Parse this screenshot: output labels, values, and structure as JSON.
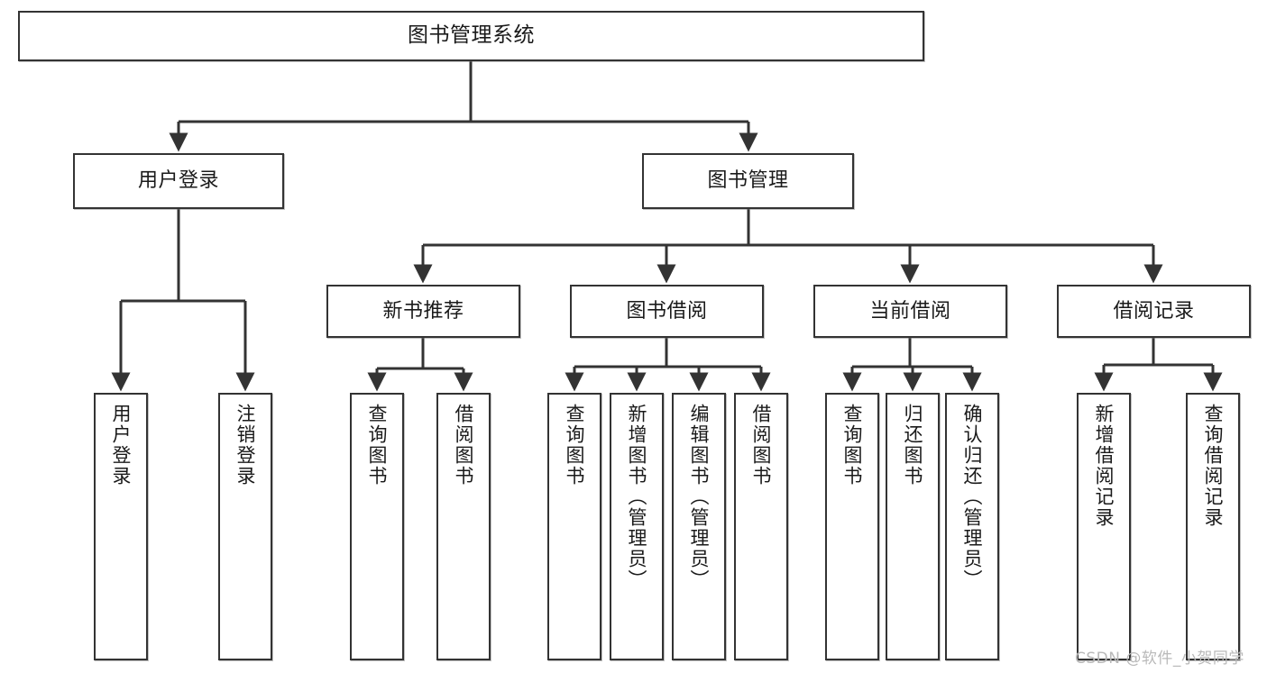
{
  "diagram": {
    "type": "tree",
    "title": "图书管理系统",
    "stroke_color": "#333333",
    "background_color": "#ffffff",
    "text_color": "#1a1a1a"
  },
  "nodes": {
    "root": {
      "label": "图书管理系统"
    },
    "level2": [
      {
        "label": "用户登录"
      },
      {
        "label": "图书管理"
      }
    ],
    "level3": [
      {
        "label": "新书推荐"
      },
      {
        "label": "图书借阅"
      },
      {
        "label": "当前借阅"
      },
      {
        "label": "借阅记录"
      }
    ],
    "leaves": {
      "user_login": [
        {
          "label": "用户登录"
        },
        {
          "label": "注销登录"
        }
      ],
      "new_book": [
        {
          "label": "查询图书"
        },
        {
          "label": "借阅图书"
        }
      ],
      "book_borrow": [
        {
          "label": "查询图书"
        },
        {
          "label": "新增图书（管理员）"
        },
        {
          "label": "编辑图书（管理员）"
        },
        {
          "label": "借阅图书"
        }
      ],
      "current_borrow": [
        {
          "label": "查询图书"
        },
        {
          "label": "归还图书"
        },
        {
          "label": "确认归还（管理员）"
        }
      ],
      "borrow_record": [
        {
          "label": "新增借阅记录"
        },
        {
          "label": "查询借阅记录"
        }
      ]
    }
  },
  "watermark": {
    "text": "CSDN @软件_小贺同学"
  }
}
